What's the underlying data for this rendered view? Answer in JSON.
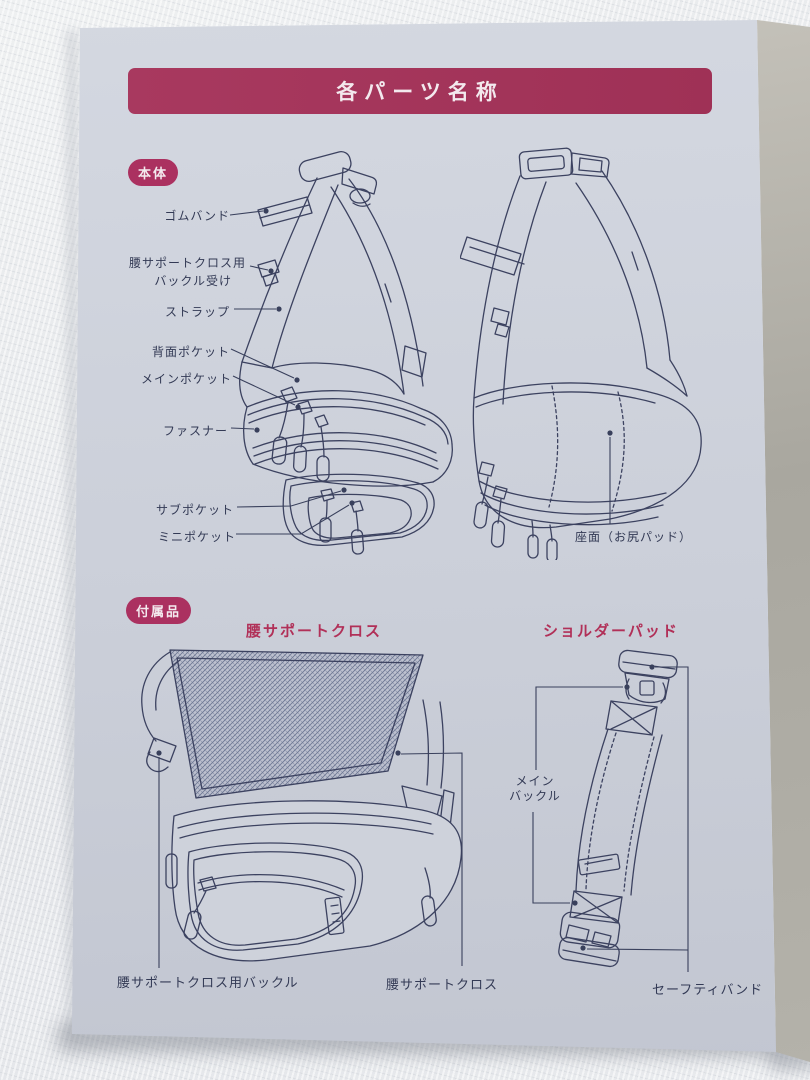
{
  "banner": {
    "title": "各パーツ名称"
  },
  "body_section": {
    "badge": "本体",
    "labels": {
      "gom_band": "ゴムバンド",
      "cross_buckle_receiver_1": "腰サポートクロス用",
      "cross_buckle_receiver_2": "バックル受け",
      "strap": "ストラップ",
      "back_pocket": "背面ポケット",
      "main_pocket": "メインポケット",
      "fastener": "ファスナー",
      "sub_pocket": "サブポケット",
      "mini_pocket": "ミニポケット",
      "seat_pad": "座面（お尻パッド）"
    }
  },
  "accessories_section": {
    "badge": "付属品",
    "waist_cross_title": "腰サポートクロス",
    "shoulder_pad_title": "ショルダーパッド",
    "labels": {
      "main_buckle_1": "メイン",
      "main_buckle_2": "バックル",
      "waist_cross_buckle": "腰サポートクロス用バックル",
      "waist_cross": "腰サポートクロス",
      "safety_band": "セーフティバンド"
    }
  },
  "colors": {
    "accent_magenta": "#a73a60",
    "ink": "#39405c",
    "paper": "#ced2db"
  }
}
